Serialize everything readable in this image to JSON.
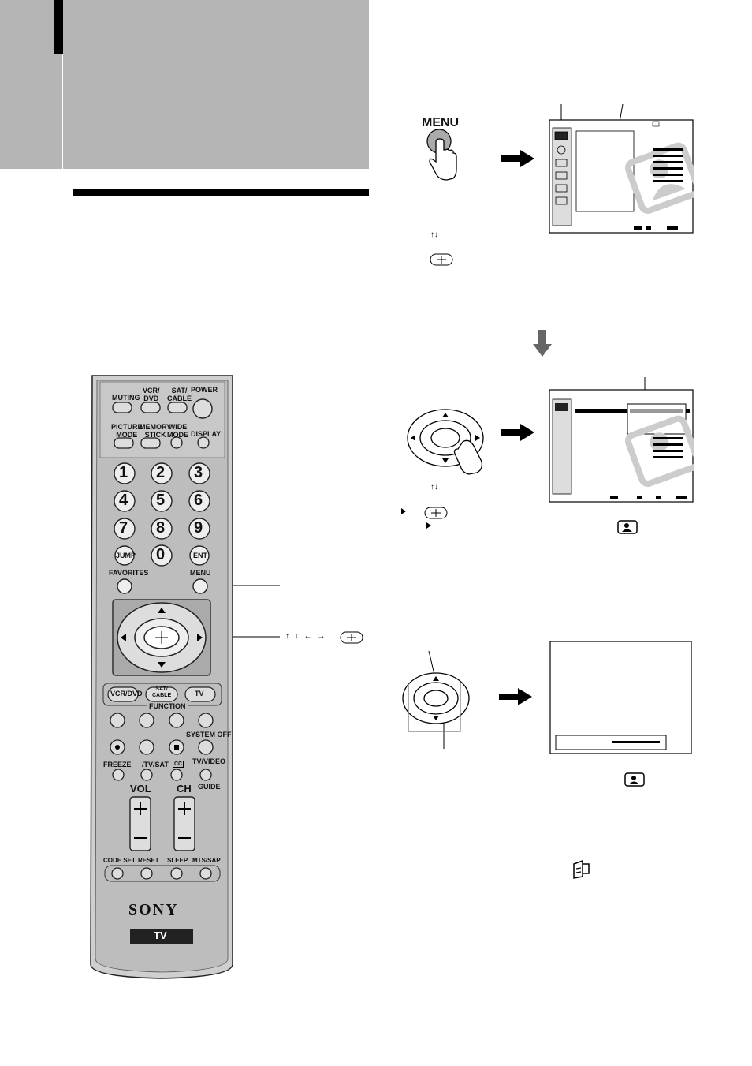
{
  "header": {
    "color": "#b5b5b5"
  },
  "step1": {
    "button_label": "MENU",
    "arrows_hint": "↑↓"
  },
  "remote": {
    "top_row": [
      "MUTING",
      "VCR/\nDVD",
      "SAT/\nCABLE",
      "POWER"
    ],
    "row2": [
      "PICTURE\nMODE",
      "MEMORY\nSTICK",
      "WIDE\nMODE",
      "DISPLAY"
    ],
    "digits": [
      "1",
      "2",
      "3",
      "4",
      "5",
      "6",
      "7",
      "8",
      "9",
      "JUMP",
      "0",
      "ENT"
    ],
    "favorites": "FAVORITES",
    "menu": "MENU",
    "source_buttons": [
      "VCR/DVD",
      "SAT/\nCABLE",
      "TV"
    ],
    "function": "FUNCTION",
    "system_off": "SYSTEM OFF",
    "freeze": "FREEZE",
    "tv_sat": "/TV/SAT",
    "cc": "CC",
    "tv_video": "TV/VIDEO",
    "guide": "GUIDE",
    "vol": "VOL",
    "ch": "CH",
    "bottom_row": [
      "CODE SET",
      "RESET",
      "SLEEP",
      "MTS/SAP"
    ],
    "brand": "SONY",
    "model_tag": "TV"
  },
  "callouts": {
    "arrows": "↑ ↓ ← →"
  },
  "icons": [
    "picture-icon",
    "hand-press-icon",
    "down-arrow-icon",
    "setup-icon"
  ]
}
